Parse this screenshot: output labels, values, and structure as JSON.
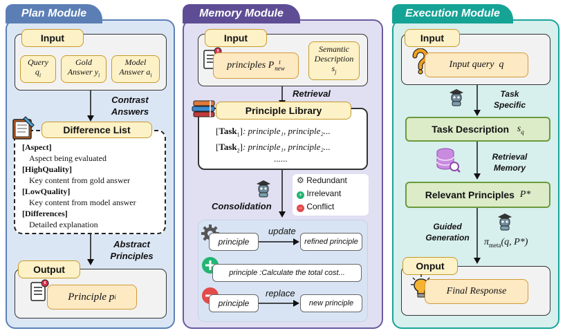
{
  "plan": {
    "title": "Plan Module",
    "input_label": "Input",
    "query_line1": "Query",
    "query_line2": "q",
    "query_sub": "i",
    "gold_line1": "Gold",
    "gold_line2": "Answer y",
    "gold_sub": "i",
    "model_line1": "Model",
    "model_line2": "Answer a",
    "model_sub": "i",
    "contrast_line1": "Contrast",
    "contrast_line2": "Answers",
    "diff_title": "Difference List",
    "diff_items": [
      {
        "head": "[Aspect]",
        "body": "Aspect being evaluated"
      },
      {
        "head": "[HighQuality]",
        "body": "Key content from gold answer"
      },
      {
        "head": "[LowQuality]",
        "body": "Key content from model answer"
      },
      {
        "head": "[Differences]",
        "body": "Detailed explanation"
      }
    ],
    "abstract_line1": "Abstract",
    "abstract_line2": "Principles",
    "output_label": "Output",
    "principle_text": "Principle",
    "principle_var": "p",
    "principle_sub": "i"
  },
  "memory": {
    "title": "Memory Module",
    "input_label": "Input",
    "principles_text": "principles",
    "principles_var": "P",
    "principles_sup": "t",
    "principles_sub": "new",
    "semantic_line1": "Semantic",
    "semantic_line2": "Description",
    "semantic_var": "s",
    "semantic_sub": "j",
    "retrieval": "Retrieval",
    "library_title": "Principle Library",
    "task1_label": "Task",
    "task1_sub": "1",
    "task1_rest": ": principle₁, principle₂...",
    "task2_label": "Task",
    "task2_sub": "2",
    "task2_rest": ": principle₁, principle₂...",
    "ellipsis": "......",
    "legend": {
      "redundant": "Redundant",
      "irrelevant": "Irrelevant",
      "conflict": "Conflict"
    },
    "consolidation": "Consolidation",
    "row1_left": "principle",
    "row1_action": "update",
    "row1_right": "refined principle",
    "row2_text": "principle :Calculate the total cost...",
    "row3_left": "principle",
    "row3_action": "replace",
    "row3_right": "new principle"
  },
  "execution": {
    "title": "Execution Module",
    "input_label": "Input",
    "input_query_text": "Input query",
    "input_query_var": "q",
    "task_specific_line1": "Task",
    "task_specific_line2": "Specific",
    "task_desc_text": "Task Description",
    "task_desc_var": "s",
    "task_desc_sub": "q",
    "retrieval_memory_line1": "Retrieval",
    "retrieval_memory_line2": "Memory",
    "relevant_text": "Relevant Principles",
    "relevant_var": "P*",
    "guided_line1": "Guided",
    "guided_line2": "Generation",
    "pi_formula": "π",
    "pi_sub": "meta",
    "pi_args": "(q, P*)",
    "output_label": "Onput",
    "final_response": "Final Response"
  },
  "colors": {
    "plan_bg": "#dbe6f5",
    "plan_border": "#5b7fb5",
    "plan_tab": "#5b7fb5",
    "memory_bg": "#e1dff2",
    "memory_border": "#6a5a9e",
    "memory_tab": "#5e4d95",
    "exec_bg": "#d7efed",
    "exec_border": "#18a49a",
    "exec_tab": "#15a396",
    "green_box": "#dcebc8",
    "green_border": "#6a9a3a"
  }
}
